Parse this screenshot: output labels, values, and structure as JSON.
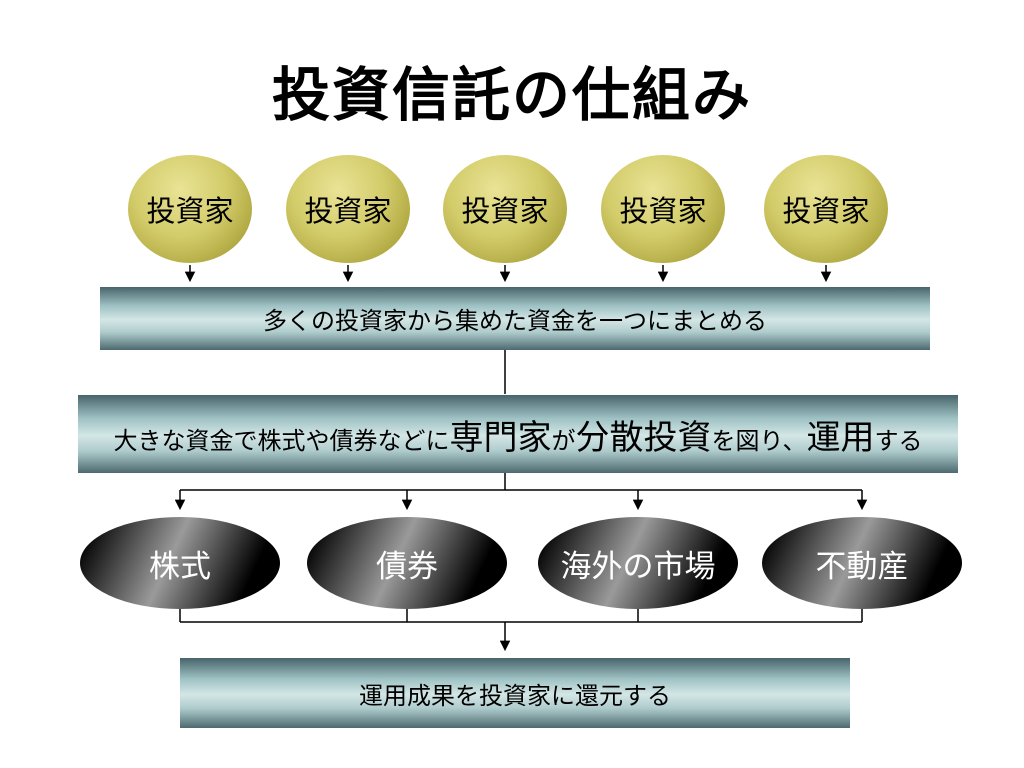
{
  "title": "投資信託の仕組み",
  "investors": [
    "投資家",
    "投資家",
    "投資家",
    "投資家",
    "投資家"
  ],
  "pool_bar": {
    "text": "多くの投資家から集めた資金を一つにまとめる"
  },
  "invest_bar": {
    "segments": [
      {
        "text": "大きな資金で株式や債券などに",
        "size": "small"
      },
      {
        "text": "専門家",
        "size": "large"
      },
      {
        "text": "が",
        "size": "small"
      },
      {
        "text": "分散投資",
        "size": "large"
      },
      {
        "text": "を図り、",
        "size": "small"
      },
      {
        "text": "運用",
        "size": "large"
      },
      {
        "text": "する",
        "size": "small"
      }
    ]
  },
  "assets": [
    "株式",
    "債券",
    "海外の市場",
    "不動産"
  ],
  "return_bar": {
    "text": "運用成果を投資家に還元する"
  },
  "colors": {
    "investor_fill_light": "#e9e396",
    "investor_fill_dark": "#99922f",
    "bar_fill_light": "#d4e6e6",
    "bar_fill_dark": "#47646a",
    "asset_fill_light": "#9a9a9a",
    "asset_fill_dark": "#000000",
    "asset_text": "#ffffff",
    "line_color": "#000000",
    "background": "#ffffff"
  }
}
